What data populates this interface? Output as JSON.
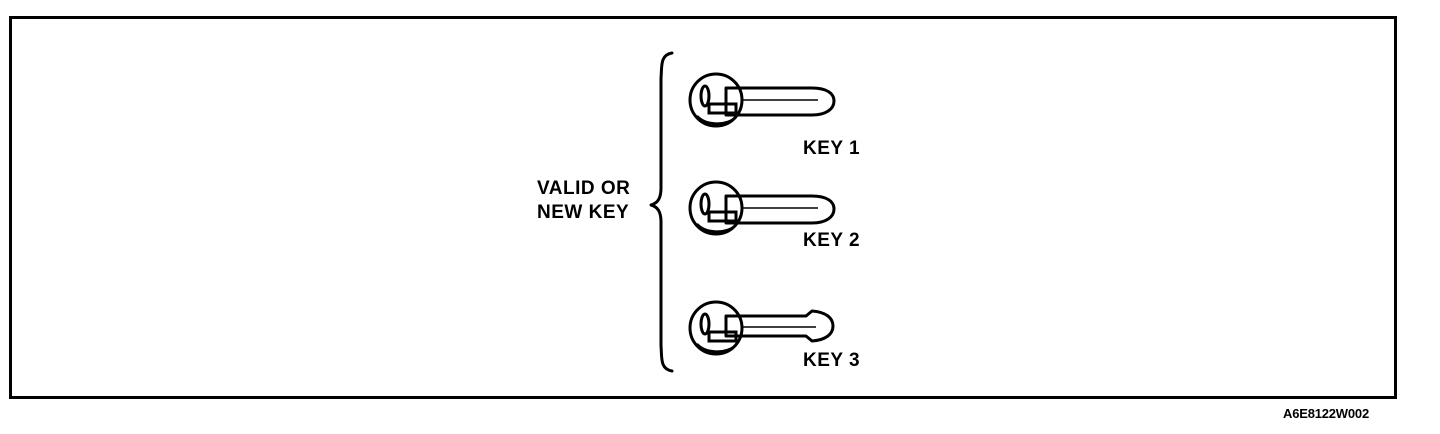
{
  "figure": {
    "type": "technical-line-drawing",
    "subject": "vehicle-keys",
    "border": {
      "color": "#000000",
      "present": true
    },
    "background_color": "#ffffff",
    "ink_color": "#000000",
    "code": "A6E8122W002"
  },
  "group_label": {
    "line1": "VALID OR",
    "line2": "NEW KEY",
    "brace": "curly-brace-right-pointing"
  },
  "keys": [
    {
      "label": "KEY 1",
      "head_shape": "circle",
      "features": [
        "keyring-oval-slot",
        "rectangular-inset",
        "bottom-arc"
      ],
      "blade_tip": "rounded"
    },
    {
      "label": "KEY 2",
      "head_shape": "circle",
      "features": [
        "keyring-oval-slot",
        "rectangular-inset",
        "bottom-arc"
      ],
      "blade_tip": "rounded"
    },
    {
      "label": "KEY 3",
      "head_shape": "circle",
      "features": [
        "keyring-oval-slot",
        "rectangular-inset",
        "bottom-arc"
      ],
      "blade_tip": "notched"
    }
  ]
}
